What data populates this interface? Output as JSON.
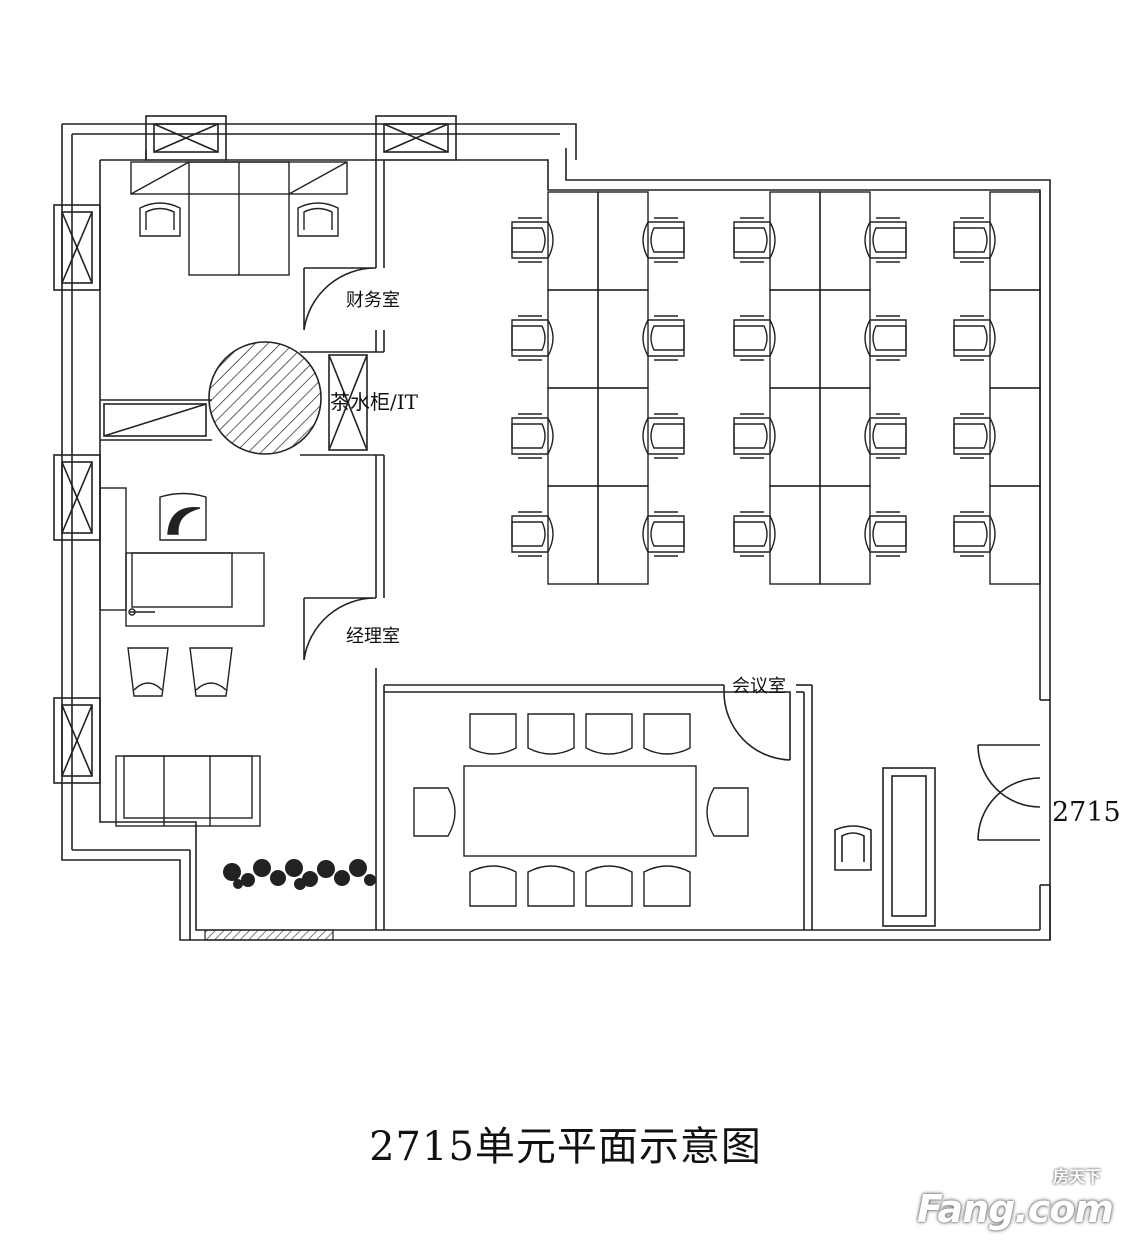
{
  "title": "2715单元平面示意图",
  "unit_number": "2715",
  "rooms": {
    "finance": "财务室",
    "pantry": "茶水柜/IT",
    "manager": "经理室",
    "meeting": "会议室"
  },
  "watermark": {
    "cn": "房天下",
    "en": "Fang.com"
  },
  "colors": {
    "line": "#222222",
    "background": "#ffffff"
  }
}
